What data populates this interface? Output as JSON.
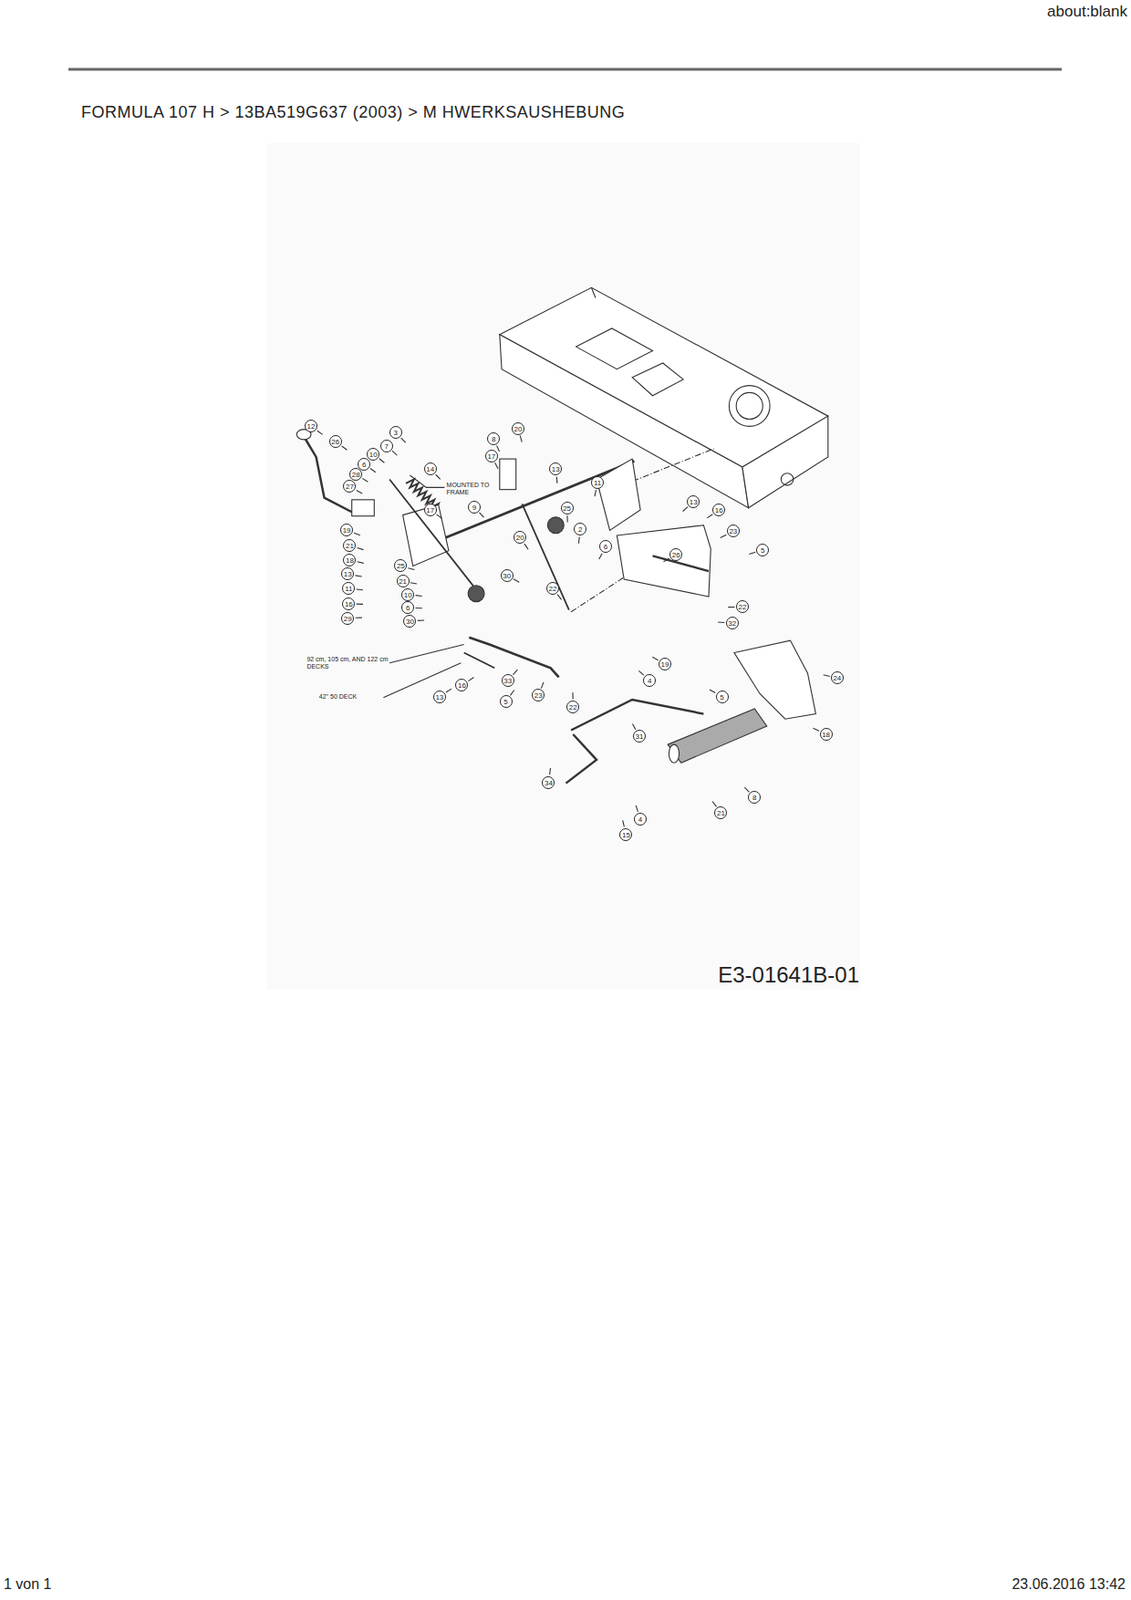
{
  "diagram": {
    "title": "FORMULA 107 H > 13BA519G637 (2003) > M HWERKSAUSHEBUNG",
    "labels": [
      "about:blank",
      "12",
      "26",
      "3",
      "7",
      "10",
      "6",
      "28",
      "27",
      "14",
      "17",
      "9",
      "8",
      "17",
      "20",
      "13",
      "11",
      "25",
      "20",
      "2",
      "6",
      "22",
      "30",
      "19",
      "21",
      "18",
      "13",
      "11",
      "16",
      "29",
      "25",
      "21",
      "10",
      "6",
      "30",
      "13",
      "16",
      "23",
      "5",
      "22",
      "32",
      "26",
      "16",
      "13",
      "33",
      "5",
      "23",
      "22",
      "19",
      "4",
      "5",
      "31",
      "34",
      "4",
      "15",
      "21",
      "8",
      "24",
      "18",
      "MOUNTED TO FRAME",
      "92 cm, 105 cm, AND 122 cm DECKS",
      "42\" 50 DECK",
      "E3-01641B-01",
      "1 von 1",
      "23.06.2016 13:42"
    ]
  }
}
